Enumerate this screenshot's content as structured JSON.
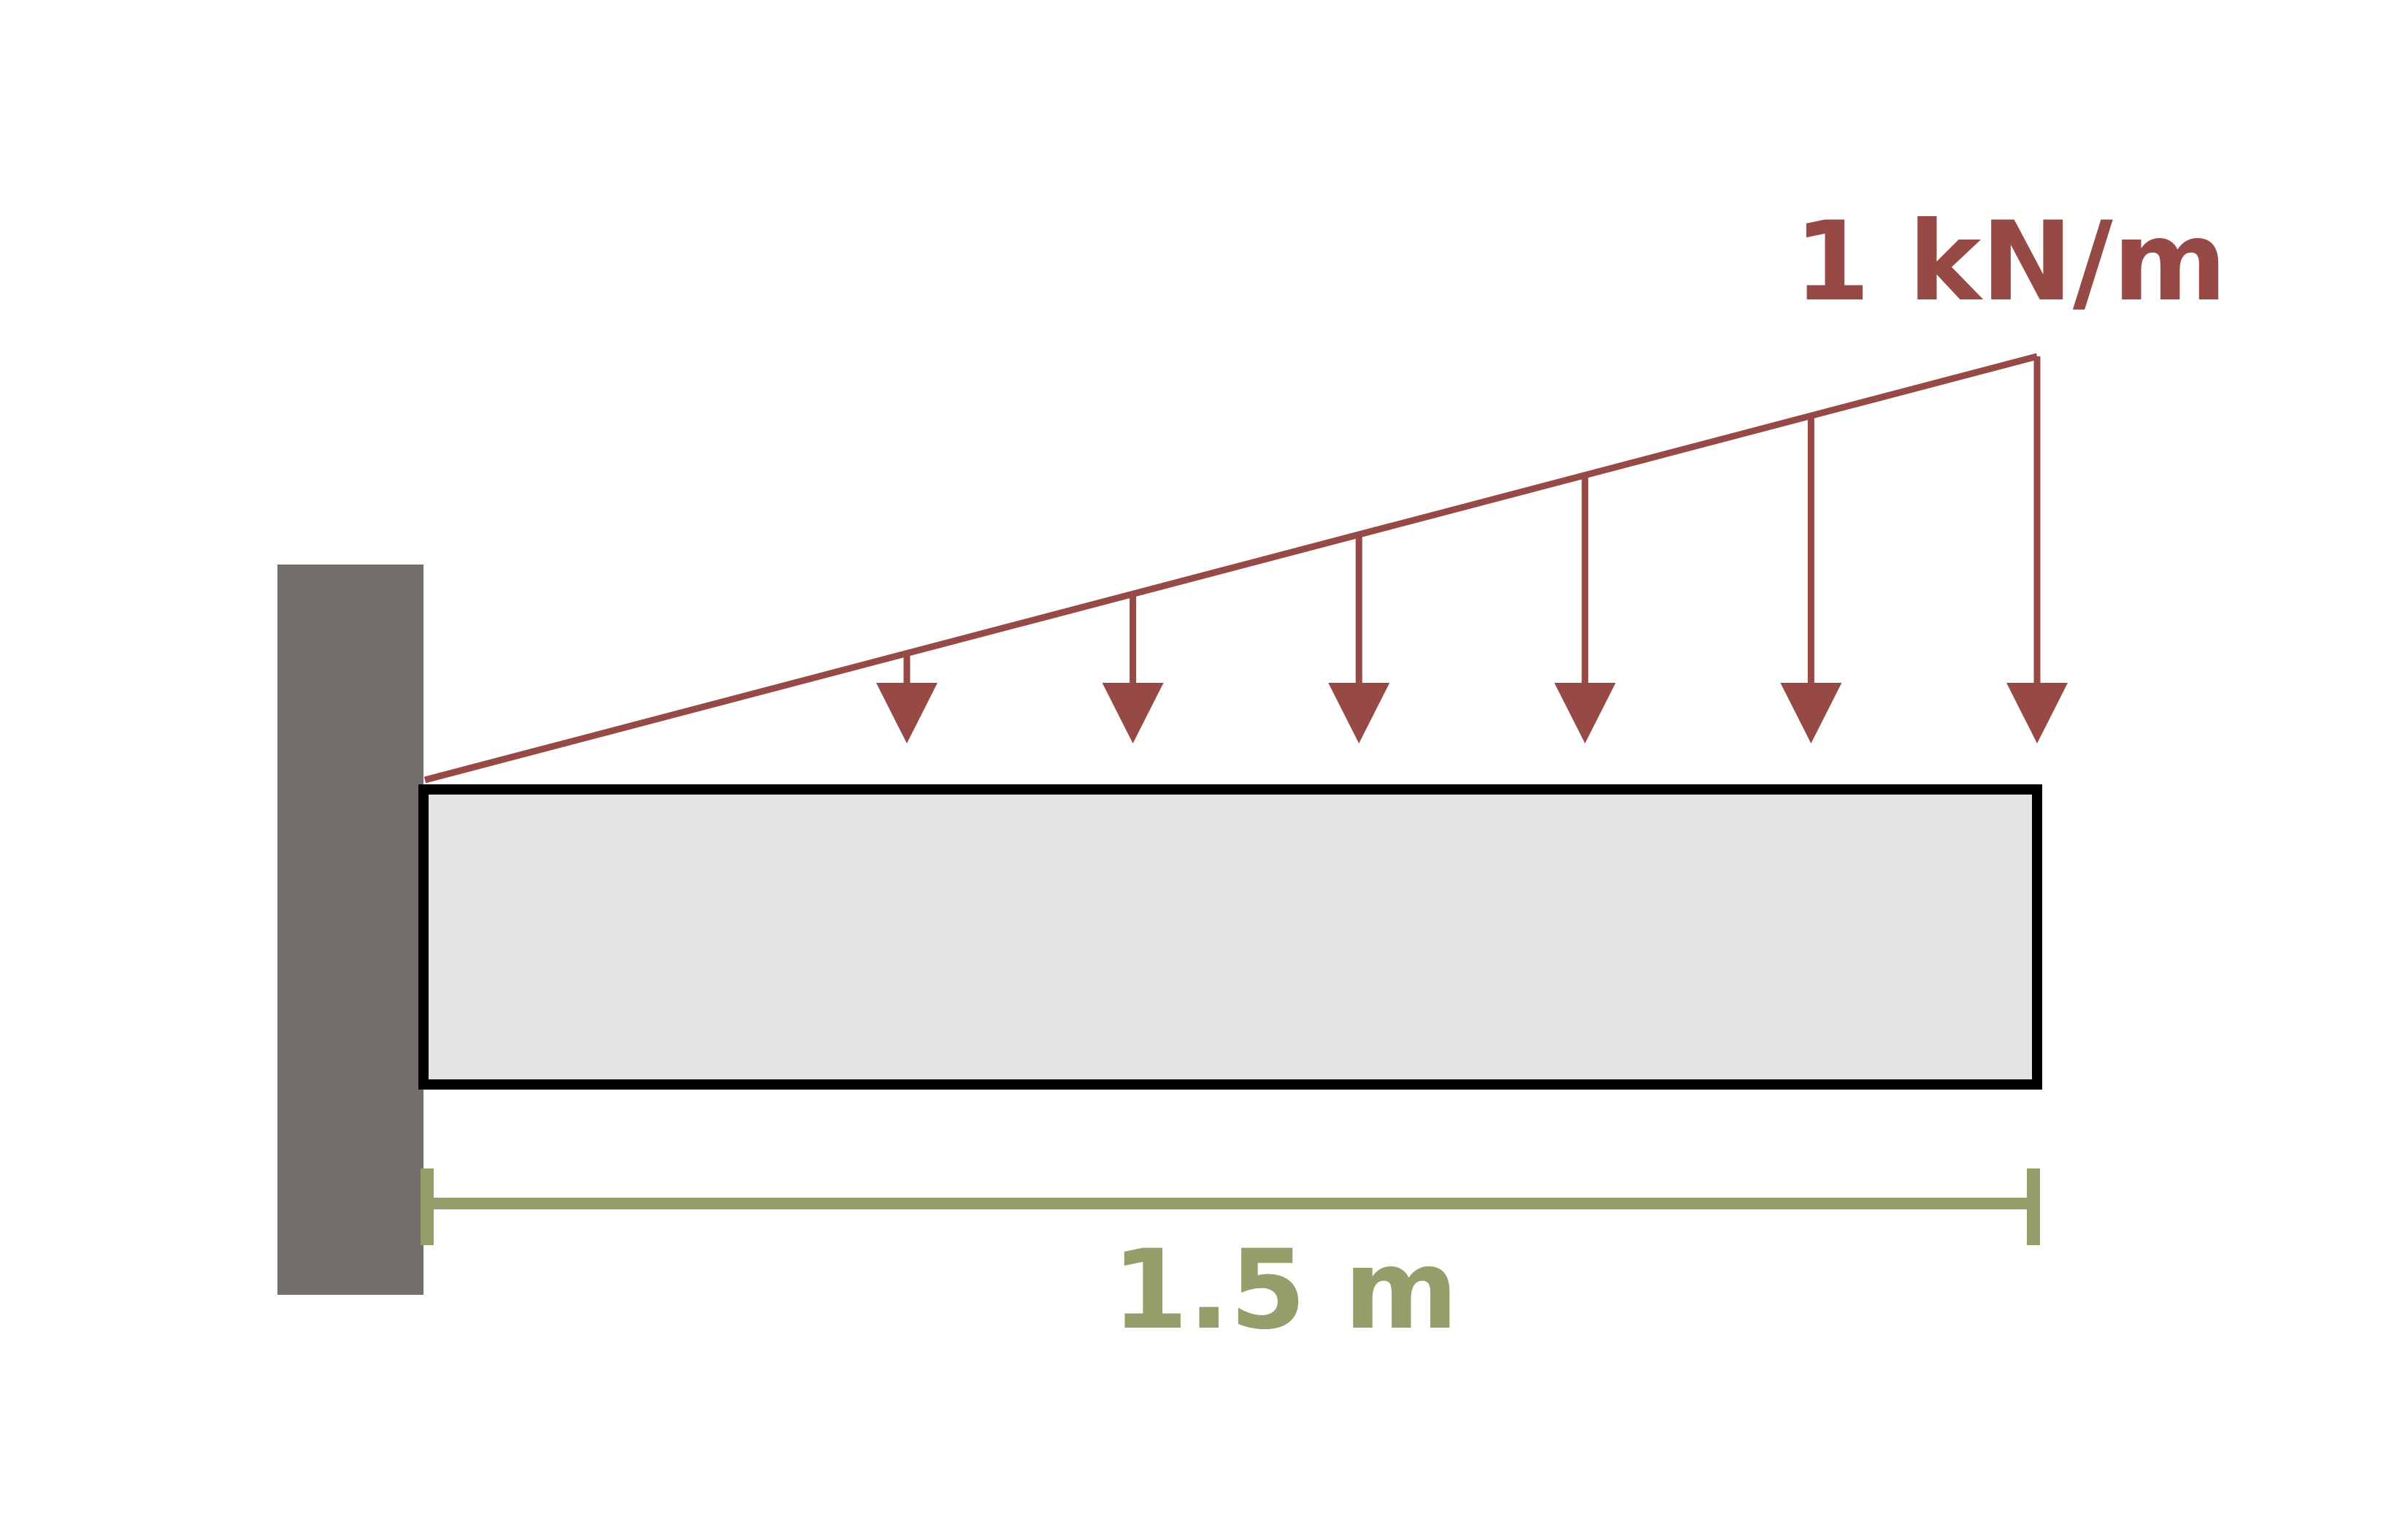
{
  "diagram": {
    "load_label": "1 kN/m",
    "length_label": "1.5 m",
    "load_arrow_count": 6
  },
  "colors": {
    "wall": "#726e6b",
    "beam_fill": "#e4e4e4",
    "beam_stroke": "#000000",
    "load": "#974a45",
    "dimension": "#939e6b",
    "background": "#ffffff"
  },
  "icons": {
    "support": "fixed-wall-support",
    "load": "down-arrow-icon"
  }
}
